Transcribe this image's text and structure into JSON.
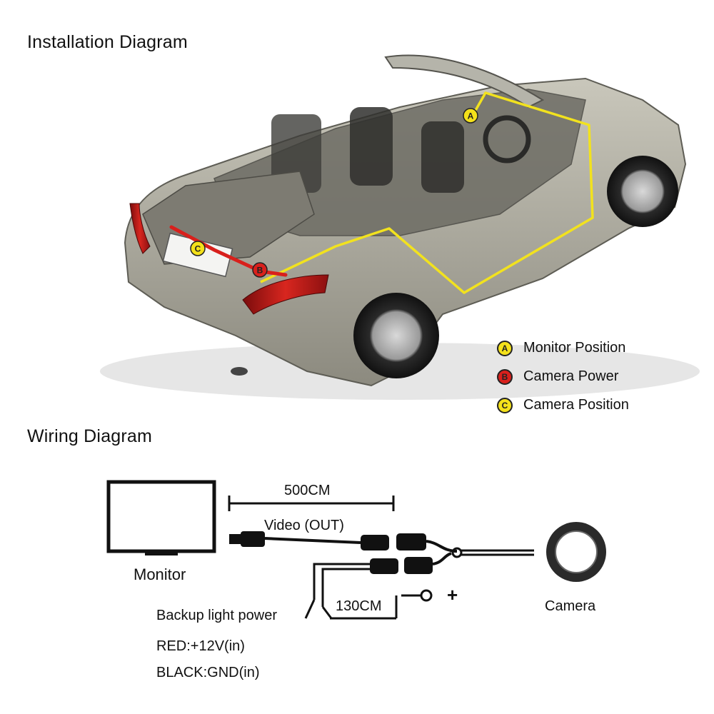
{
  "installation": {
    "title": "Installation Diagram",
    "markers": {
      "a": "A",
      "b": "B",
      "c": "C"
    },
    "legend": [
      {
        "letter": "A",
        "label": "Monitor Position",
        "color": "#f4e11a"
      },
      {
        "letter": "B",
        "label": "Camera Power",
        "color": "#d8201c"
      },
      {
        "letter": "C",
        "label": "Camera Position",
        "color": "#f4e11a"
      }
    ],
    "colors": {
      "route_yellow": "#f2e21e",
      "route_red": "#d8201c",
      "car_body": "#a9a79a"
    }
  },
  "wiring": {
    "title": "Wiring Diagram",
    "monitor_label": "Monitor",
    "camera_label": "Camera",
    "length_main": "500CM",
    "video_label": "Video (OUT)",
    "length_power": "130CM",
    "plus_sign": "+",
    "power_title": "Backup light power",
    "red_wire": "RED:+12V(in)",
    "black_wire": "BLACK:GND(in)"
  }
}
